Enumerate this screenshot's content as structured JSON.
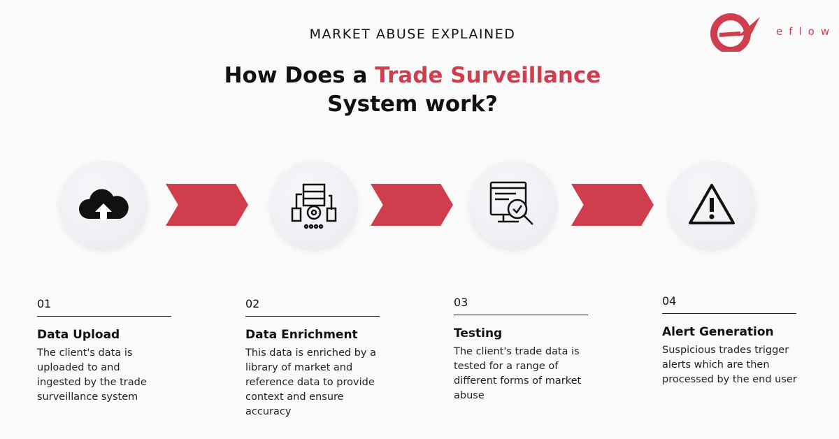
{
  "header": {
    "kicker": "MARKET ABUSE EXPLAINED",
    "headline_pre": "How Does a ",
    "headline_accent": "Trade Surveillance",
    "headline_post": "System work?"
  },
  "logo": {
    "text": "eflow"
  },
  "colors": {
    "accent": "#d03d4c"
  },
  "steps": [
    {
      "num": "01",
      "title": "Data Upload",
      "body": "The client's data is uploaded to and ingested by the trade surveillance system",
      "icon": "cloud-upload-icon"
    },
    {
      "num": "02",
      "title": "Data Enrichment",
      "body": "This data is enriched by a library of market and reference data to provide context and ensure accuracy",
      "icon": "data-processing-icon"
    },
    {
      "num": "03",
      "title": "Testing",
      "body": "The client's trade data is tested for a range of different forms of market abuse",
      "icon": "monitor-search-icon"
    },
    {
      "num": "04",
      "title": "Alert Generation",
      "body": "Suspicious trades trigger alerts which are then processed by the end user",
      "icon": "warning-icon"
    }
  ]
}
